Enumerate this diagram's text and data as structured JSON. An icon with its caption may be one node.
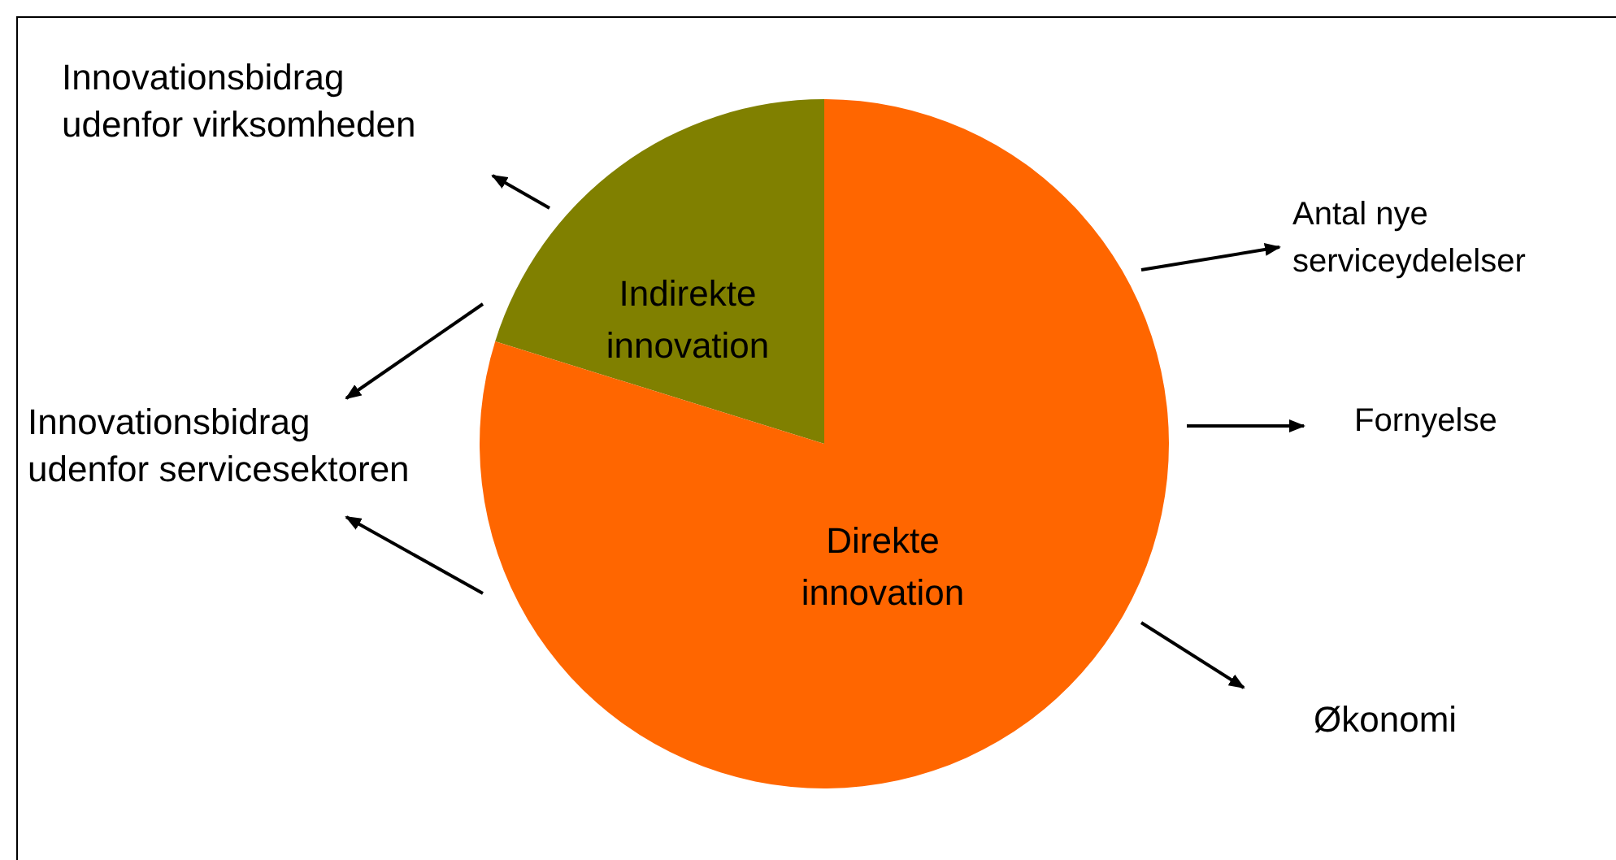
{
  "diagram": {
    "nodes": [
      {
        "text": [
          "Indirekte innovation"
        ]
      },
      {
        "text": [
          "Direkte innovation"
        ]
      },
      {
        "text": [
          "Innovationsbidrag udenfor virksomheden"
        ]
      },
      {
        "text": [
          "Innovationsbidrag udenfor servicesektoren"
        ]
      },
      {
        "text": [
          "Antal nye serviceydelelser"
        ]
      },
      {
        "text": [
          "Fornyelse"
        ]
      },
      {
        "text": [
          "Økonomi"
        ]
      }
    ],
    "edges": [
      {
        "from": 0,
        "to": 2,
        "arrow": "to"
      },
      {
        "from": 0,
        "to": 3,
        "arrow": "to"
      },
      {
        "from": 1,
        "to": 3,
        "arrow": "to"
      },
      {
        "from": 1,
        "to": 4,
        "arrow": "to"
      },
      {
        "from": 1,
        "to": 5,
        "arrow": "to"
      },
      {
        "from": 1,
        "to": 6,
        "arrow": "to"
      }
    ]
  }
}
